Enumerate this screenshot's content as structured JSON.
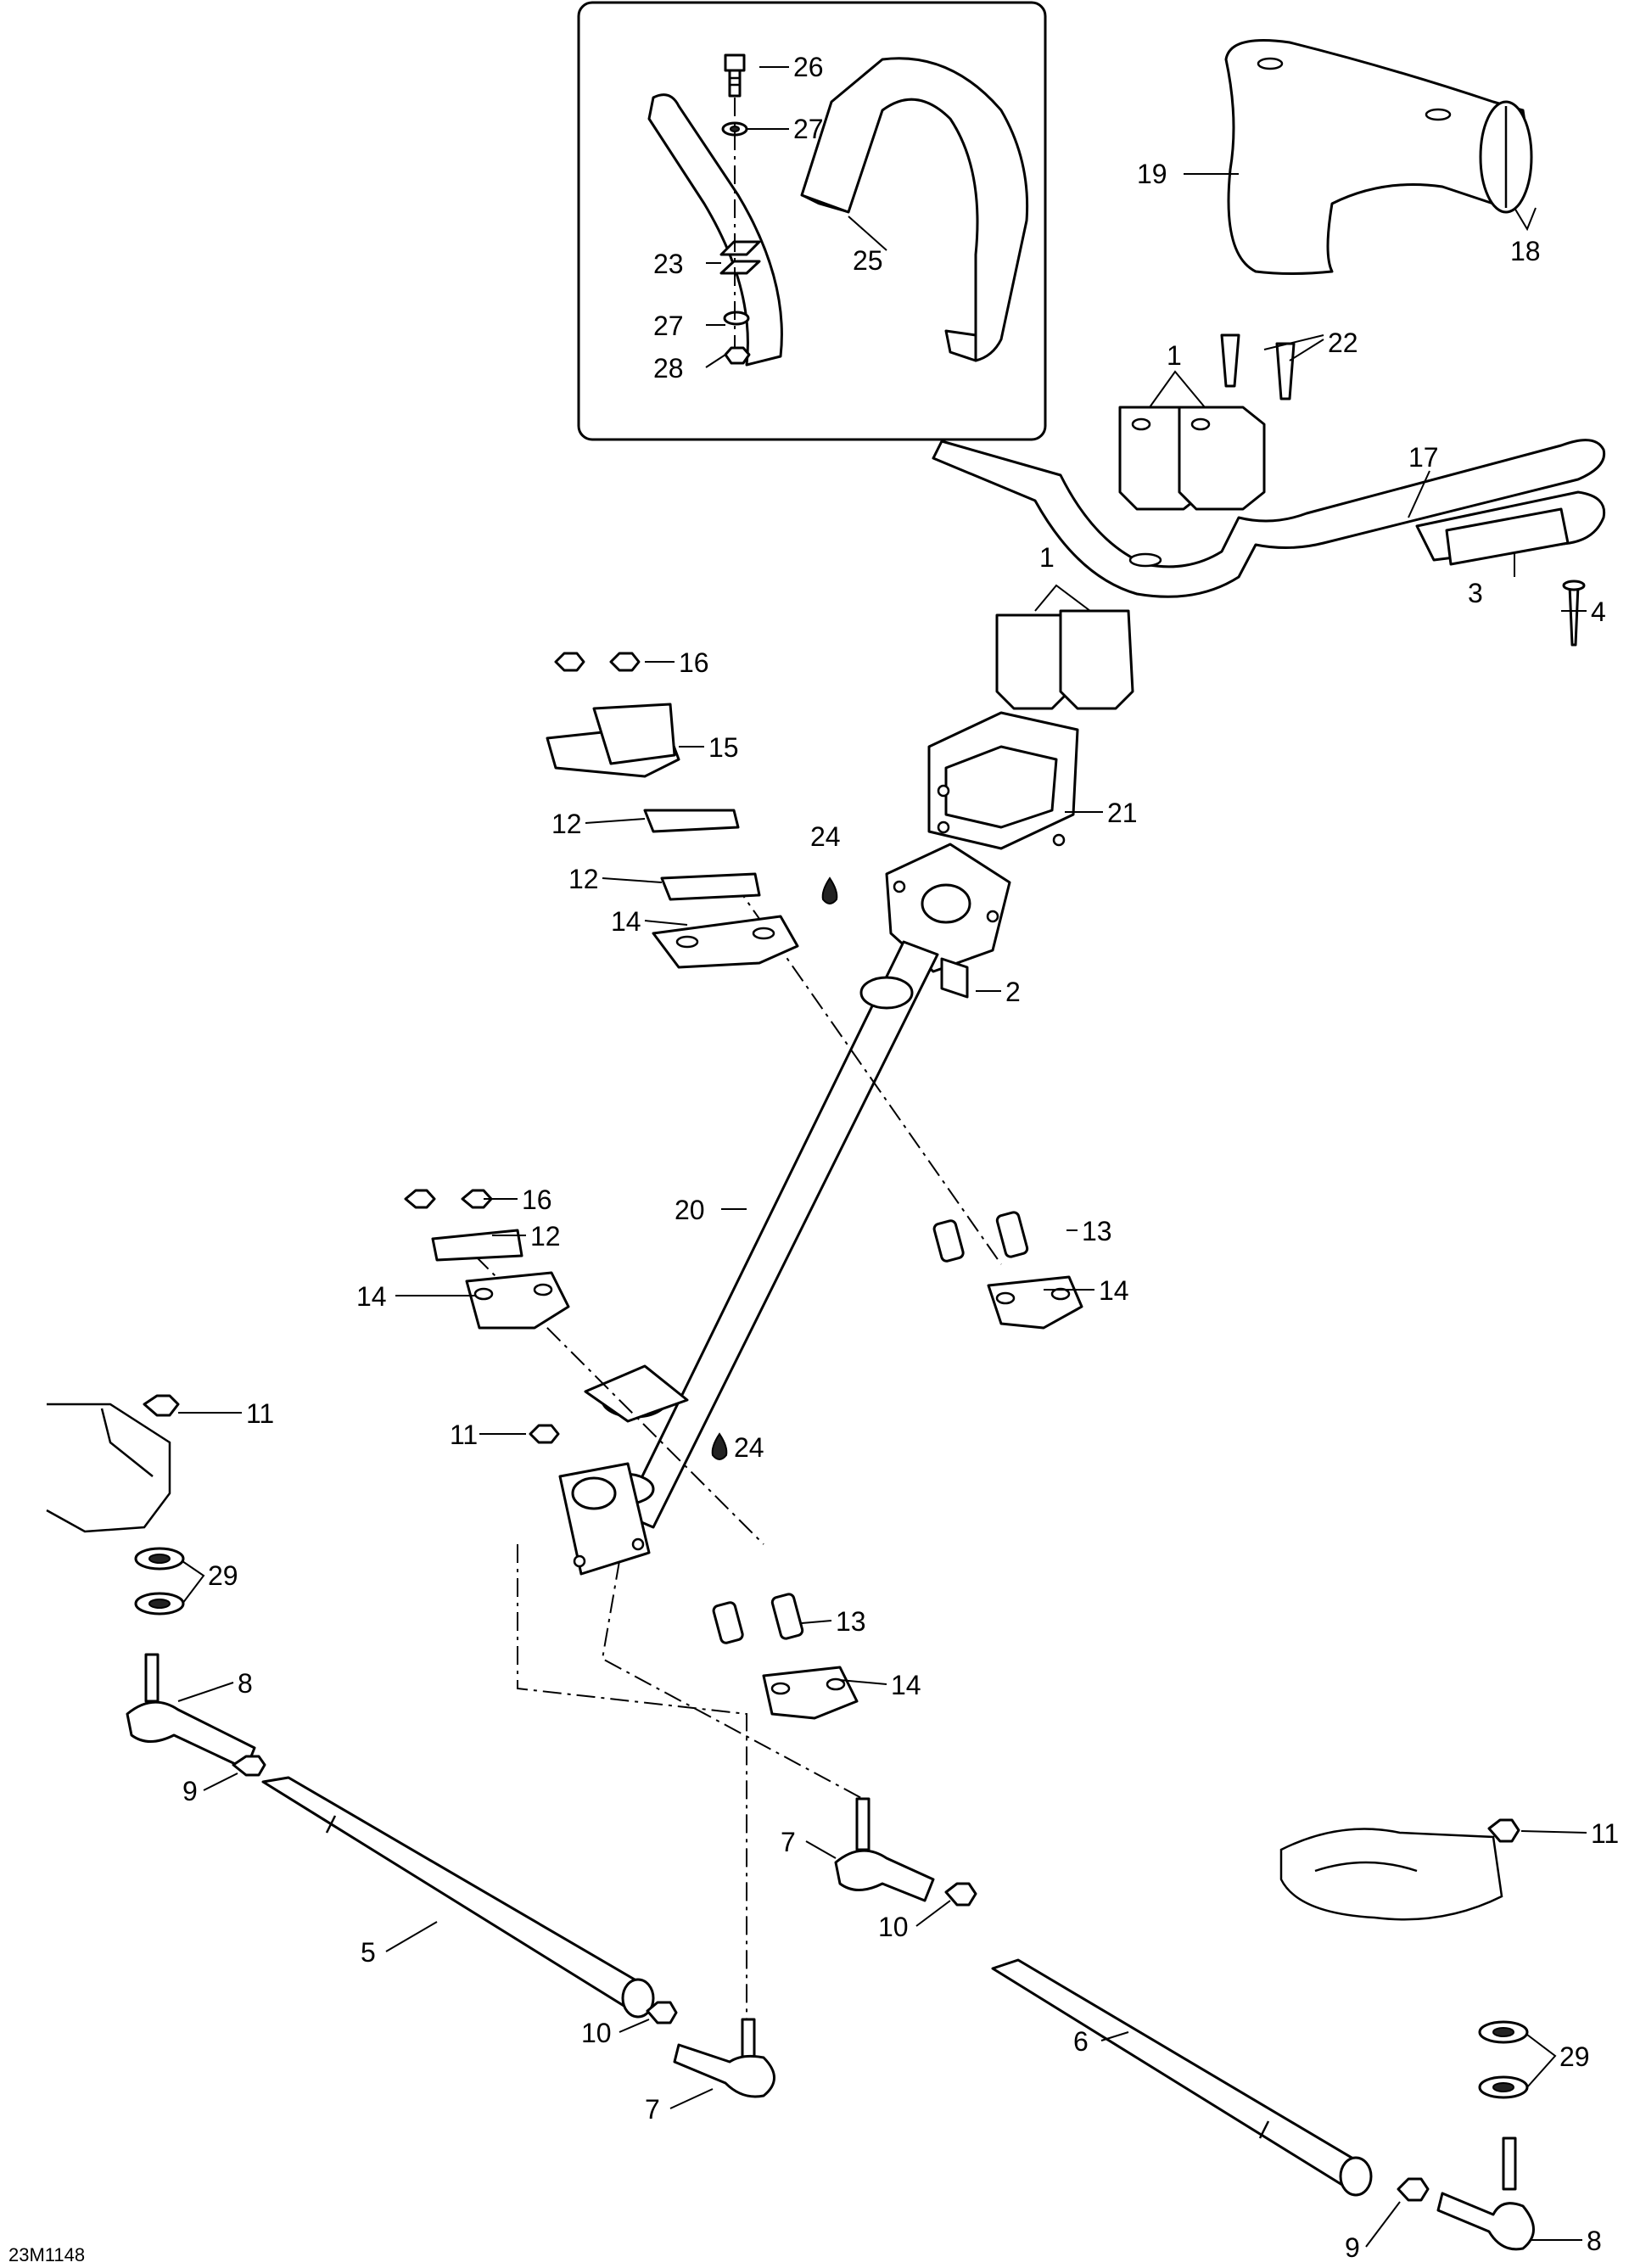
{
  "drawing_ref": "23M1148",
  "callouts": {
    "c1a": "1",
    "c1b": "1",
    "c2": "2",
    "c3": "3",
    "c4": "4",
    "c5": "5",
    "c6": "6",
    "c7a": "7",
    "c7b": "7",
    "c8a": "8",
    "c8b": "8",
    "c9a": "9",
    "c9b": "9",
    "c10a": "10",
    "c10b": "10",
    "c11a": "11",
    "c11b": "11",
    "c11c": "11",
    "c12a": "12",
    "c12b": "12",
    "c12c": "12",
    "c13a": "13",
    "c13b": "13",
    "c14a": "14",
    "c14b": "14",
    "c14c": "14",
    "c14d": "14",
    "c15": "15",
    "c16a": "16",
    "c16b": "16",
    "c17": "17",
    "c18": "18",
    "c19": "19",
    "c20": "20",
    "c21": "21",
    "c22": "22",
    "c23": "23",
    "c24a": "24",
    "c24b": "24",
    "c25": "25",
    "c26": "26",
    "c27a": "27",
    "c27b": "27",
    "c28": "28",
    "c29a": "29",
    "c29b": "29"
  },
  "icons": {
    "lubricant": "oil-drop-icon"
  }
}
